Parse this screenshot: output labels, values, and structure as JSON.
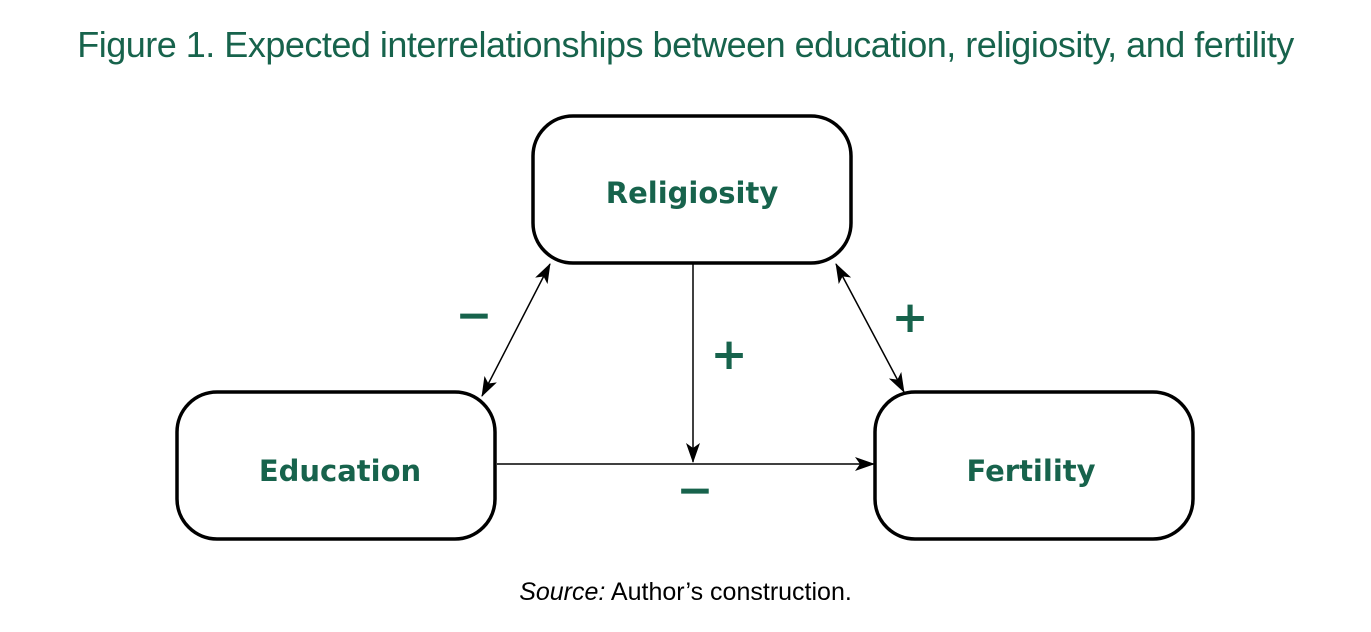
{
  "title": "Figure 1. Expected interrelationships between education, religiosity, and fertility",
  "nodes": {
    "religiosity": "Religiosity",
    "education": "Education",
    "fertility": "Fertility"
  },
  "edges": [
    {
      "from": "Education",
      "to": "Religiosity",
      "direction": "bidirectional",
      "sign": "−"
    },
    {
      "from": "Religiosity",
      "to": "Fertility",
      "direction": "bidirectional",
      "sign": "+"
    },
    {
      "from": "Religiosity",
      "to": "Education→Fertility path",
      "direction": "one-way",
      "sign": "+"
    },
    {
      "from": "Education",
      "to": "Fertility",
      "direction": "one-way",
      "sign": "−"
    }
  ],
  "source": {
    "label": "Source:",
    "text": " Author’s construction."
  },
  "colors": {
    "accent": "#17634c",
    "stroke": "#000000"
  }
}
